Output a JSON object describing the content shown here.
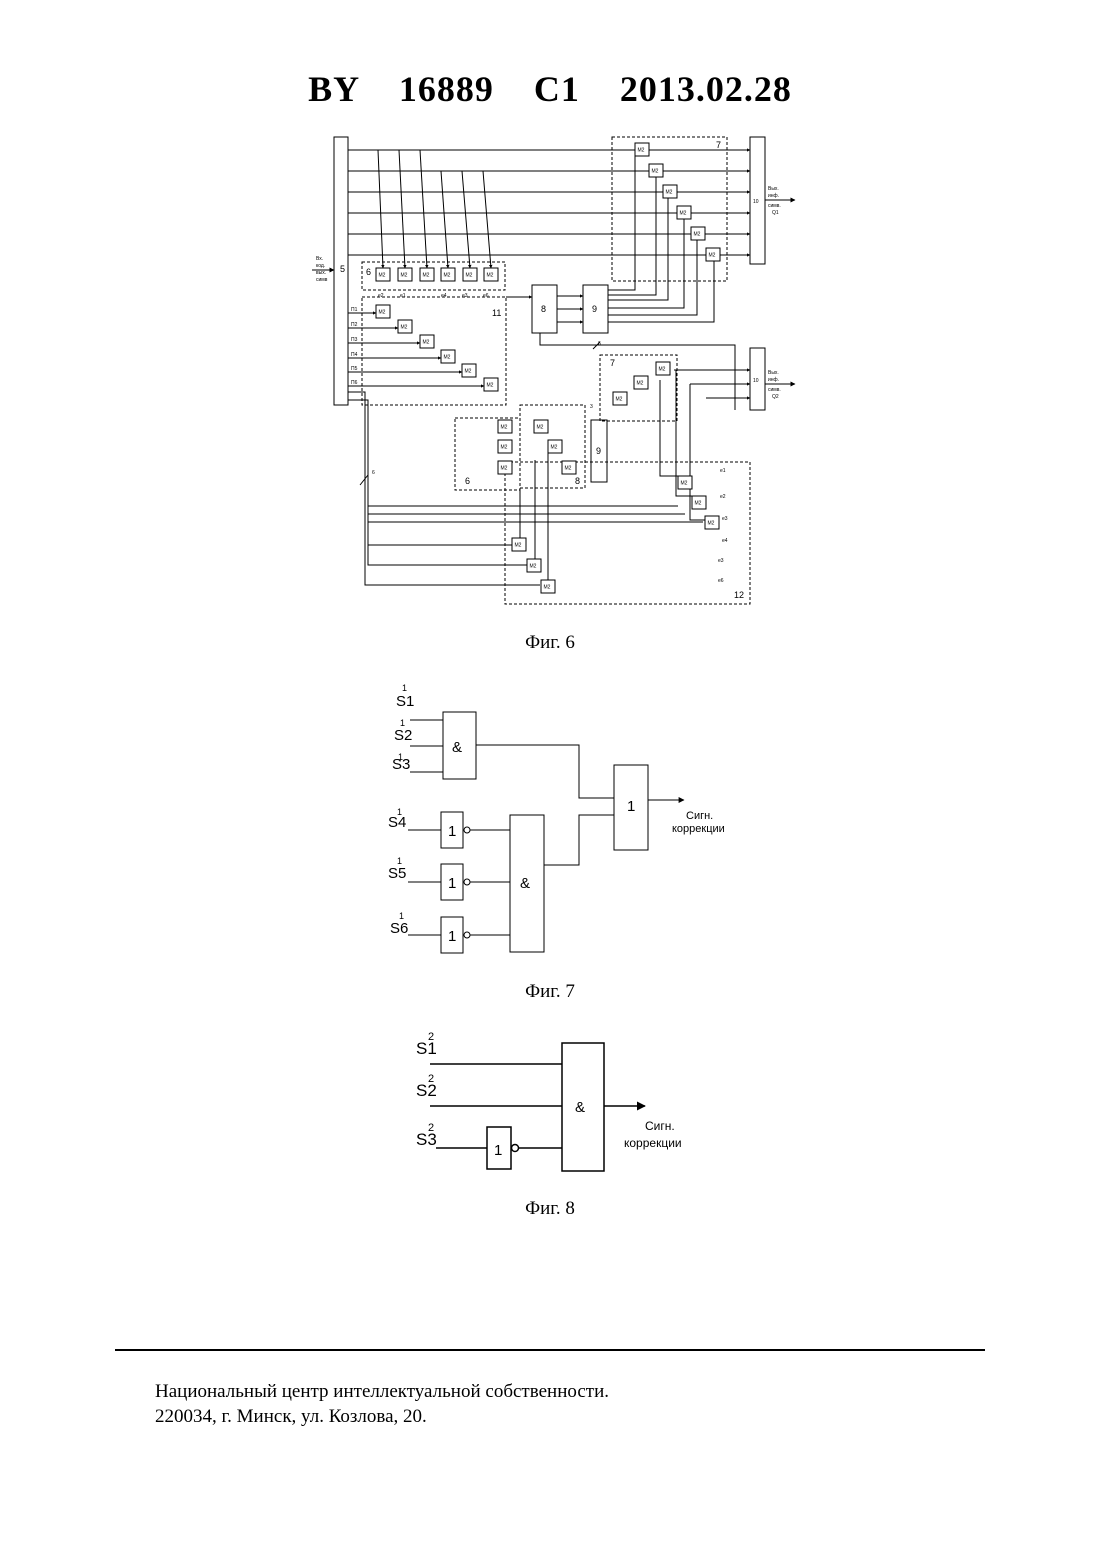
{
  "header": "BY  16889  C1  2013.02.28",
  "figures": {
    "fig6": {
      "caption": "Фиг. 6",
      "in_label": [
        "Вх.",
        "код.",
        "вых.",
        "симв"
      ],
      "out1_label": [
        "Вых.",
        "инф.",
        "симв.",
        "Q1"
      ],
      "out2_label": [
        "Вых.",
        "инф.",
        "симв.",
        "Q2"
      ],
      "cell": "M2",
      "p_labels": [
        "П1",
        "П2",
        "П3",
        "П4",
        "П5",
        "П6"
      ],
      "e_labels": [
        "e2",
        "e1",
        "e4",
        "e3",
        "e6",
        "e5"
      ],
      "block_numbers": {
        "input_reg": "5",
        "group6": "6",
        "group11": "11",
        "block8": "8",
        "block9": "9",
        "group7": "7",
        "out_reg": "10",
        "group12": "12",
        "bus": "6",
        "n3": "3"
      }
    },
    "fig7": {
      "caption": "Фиг. 7",
      "inputs": [
        "S1",
        "S2",
        "S3",
        "S4",
        "S5",
        "S6"
      ],
      "superscript": "1",
      "and_symbol": "&",
      "or_symbol": "1",
      "not_symbol": "1",
      "output": [
        "Сигн.",
        "коррекции"
      ]
    },
    "fig8": {
      "caption": "Фиг. 8",
      "inputs": [
        "S1",
        "S2",
        "S3"
      ],
      "superscript": "2",
      "and_symbol": "&",
      "not_symbol": "1",
      "output": [
        "Сигн.",
        "коррекции"
      ]
    }
  },
  "footer": {
    "line1": "Национальный центр интеллектуальной собственности.",
    "line2": "220034, г. Минск, ул. Козлова, 20."
  }
}
